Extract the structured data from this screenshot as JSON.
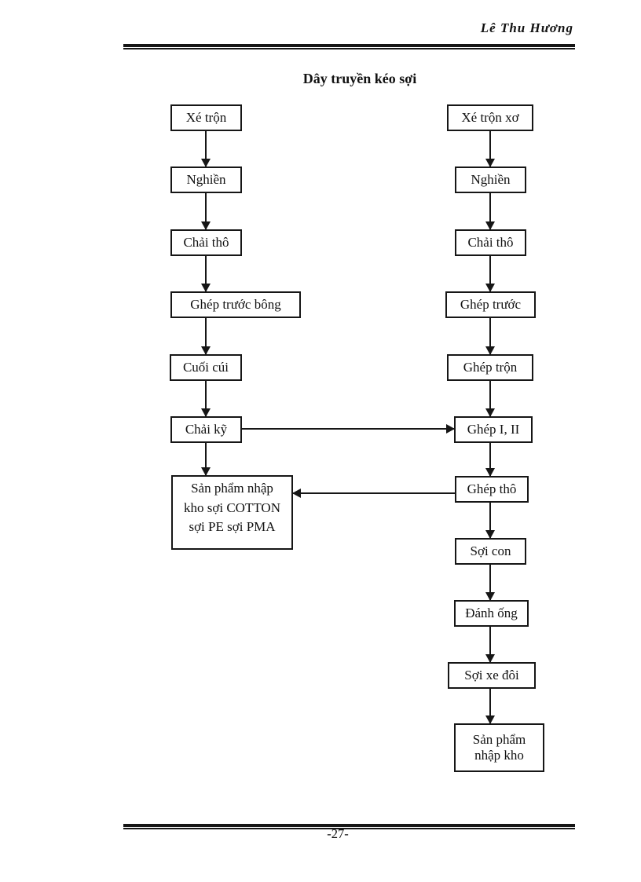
{
  "header": {
    "author": "Lê Thu Hương"
  },
  "footer": {
    "page_number": "-27-"
  },
  "title": "Dây truyền kéo sợi",
  "flowchart": {
    "left_column": {
      "boxes": [
        {
          "label": "Xé trộn"
        },
        {
          "label": "Nghiền"
        },
        {
          "label": "Chải thô"
        },
        {
          "label": "Ghép trước bông"
        },
        {
          "label": "Cuối cúi"
        },
        {
          "label": "Chải kỹ"
        },
        {
          "lines": [
            "Sản phẩm nhập",
            "kho sợi COTTON",
            "sợi PE sợi PMA"
          ]
        }
      ]
    },
    "right_column": {
      "boxes": [
        {
          "label": "Xé trộn xơ"
        },
        {
          "label": "Nghiền"
        },
        {
          "label": "Chải thô"
        },
        {
          "label": "Ghép trước"
        },
        {
          "label": "Ghép trộn"
        },
        {
          "label": "Ghép I, II"
        },
        {
          "label": "Ghép thô"
        },
        {
          "label": "Sợi con"
        },
        {
          "label": "Đánh ống"
        },
        {
          "label": "Sợi xe đôi"
        },
        {
          "lines": [
            "Sản phẩm",
            "nhập kho"
          ]
        }
      ]
    },
    "edges": [
      {
        "from": "Xé trộn",
        "to": "Nghiền"
      },
      {
        "from": "Nghiền",
        "to": "Chải thô"
      },
      {
        "from": "Chải thô",
        "to": "Ghép trước bông"
      },
      {
        "from": "Ghép trước bông",
        "to": "Cuối cúi"
      },
      {
        "from": "Cuối cúi",
        "to": "Chải kỹ"
      },
      {
        "from": "Chải kỹ",
        "to": "Sản phẩm nhập kho sợi COTTON sợi PE sợi PMA"
      },
      {
        "from": "Chải kỹ",
        "to": "Ghép I, II"
      },
      {
        "from": "Xé trộn xơ",
        "to": "Nghiền"
      },
      {
        "from": "Nghiền",
        "to": "Chải thô"
      },
      {
        "from": "Chải thô",
        "to": "Ghép trước"
      },
      {
        "from": "Ghép trước",
        "to": "Ghép trộn"
      },
      {
        "from": "Ghép trộn",
        "to": "Ghép I, II"
      },
      {
        "from": "Ghép I, II",
        "to": "Ghép thô"
      },
      {
        "from": "Ghép thô",
        "to": "Sản phẩm nhập kho sợi COTTON sợi PE sợi PMA"
      },
      {
        "from": "Ghép thô",
        "to": "Sợi con"
      },
      {
        "from": "Sợi con",
        "to": "Đánh ống"
      },
      {
        "from": "Đánh ống",
        "to": "Sợi xe đôi"
      },
      {
        "from": "Sợi xe đôi",
        "to": "Sản phẩm nhập kho"
      }
    ]
  }
}
